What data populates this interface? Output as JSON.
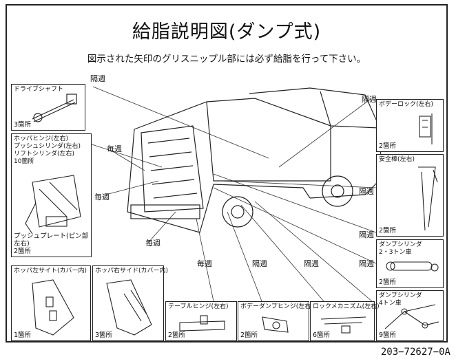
{
  "title": "給脂説明図(ダンプ式)",
  "subtitle": "図示された矢印のグリスニップル部には必ず給脂を行って下さい。",
  "doc_number": "203−72627−0A",
  "frequencies": [
    "隔週",
    "隔週",
    "毎週",
    "毎週",
    "毎週",
    "隔週",
    "隔週",
    "毎週",
    "隔週",
    "隔週",
    "隔週"
  ],
  "parts": [
    {
      "label": "ドライブシャフト",
      "count": "3箇所"
    },
    {
      "label": "ホッパヒンジ(左右)\nプッシュシリンダ(左右)\nリフトシリンダ(左右)\n10箇所",
      "count": "プッシュプレート(ピン部左右)\n2箇所"
    },
    {
      "label": "ボデーロック(左右)",
      "count": "2箇所"
    },
    {
      "label": "安全棒(左右)",
      "count": "2箇所"
    },
    {
      "label": "ダンプシリンダ\n2・3トン車",
      "count": "2箇所"
    },
    {
      "label": "ダンプシリンダ\n4トン車",
      "count": "9箇所"
    },
    {
      "label": "ホッパ左サイト(カバー内)",
      "count": "1箇所"
    },
    {
      "label": "ホッパ右サイド(カバー内)",
      "count": "3箇所"
    },
    {
      "label": "テーブルヒンジ(左右)",
      "count": "2箇所"
    },
    {
      "label": "ボデーダンプヒンジ(左右)",
      "count": "2箇所"
    },
    {
      "label": "ロックメカニズム(左右)",
      "count": "6箇所"
    }
  ]
}
